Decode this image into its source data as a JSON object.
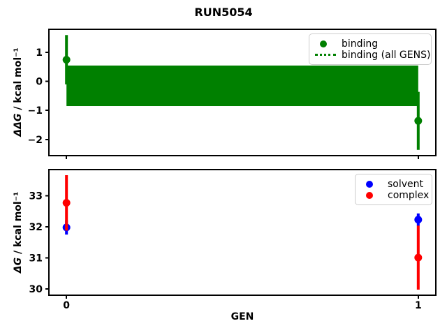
{
  "title": "RUN5054",
  "colors": {
    "binding": "#008000",
    "solvent": "#0000ff",
    "complex": "#ff0000",
    "axis": "#000000",
    "legend_border": "#cccccc",
    "background": "#ffffff"
  },
  "chart_data": [
    {
      "type": "scatter",
      "id": "ddg-binding",
      "ylabel": "ΔΔG / kcal mol⁻¹",
      "ylabel_math": "ΔΔG",
      "ylabel_rest": " / kcal mol⁻¹",
      "ylim": [
        -2.56,
        1.8
      ],
      "yticks": [
        1,
        0,
        -1,
        -2
      ],
      "xlim": [
        -0.05,
        1.05
      ],
      "xticks": [
        0,
        1
      ],
      "show_xtick_labels": false,
      "grid": false,
      "series": [
        {
          "name": "binding",
          "color": "#008000",
          "marker": "circle",
          "x": [
            0,
            1
          ],
          "y": [
            0.75,
            -1.36
          ],
          "yerr": [
            0.85,
            1.0
          ]
        }
      ],
      "band": {
        "name": "binding (all GENS)",
        "color": "#008000",
        "x": [
          0,
          1
        ],
        "center": -0.15,
        "half_width": 0.7,
        "lo": -0.85,
        "hi": 0.55,
        "line_style": "dotted"
      },
      "legend": {
        "position": "upper right",
        "entries": [
          {
            "label": "binding",
            "marker": "dot",
            "color": "#008000"
          },
          {
            "label": "binding (all GENS)",
            "marker": "dotted-line",
            "color": "#008000"
          }
        ]
      }
    },
    {
      "type": "scatter",
      "id": "dg-solvent-complex",
      "ylabel": "ΔG / kcal mol⁻¹",
      "ylabel_math": "ΔG",
      "ylabel_rest": " / kcal mol⁻¹",
      "xlabel": "GEN",
      "ylim": [
        29.8,
        33.84
      ],
      "yticks": [
        33,
        32,
        31,
        30
      ],
      "xlim": [
        -0.05,
        1.05
      ],
      "xticks": [
        0,
        1
      ],
      "xtick_labels": [
        "0",
        "1"
      ],
      "show_xtick_labels": true,
      "grid": false,
      "series": [
        {
          "name": "solvent",
          "color": "#0000ff",
          "marker": "circle",
          "x": [
            0,
            1
          ],
          "y": [
            31.98,
            32.23
          ],
          "yerr": [
            0.23,
            0.2
          ]
        },
        {
          "name": "complex",
          "color": "#ff0000",
          "marker": "circle",
          "x": [
            0,
            1
          ],
          "y": [
            32.77,
            31.01
          ],
          "yerr": [
            0.89,
            1.03
          ]
        }
      ],
      "legend": {
        "position": "upper right",
        "entries": [
          {
            "label": "solvent",
            "marker": "dot",
            "color": "#0000ff"
          },
          {
            "label": "complex",
            "marker": "dot",
            "color": "#ff0000"
          }
        ]
      }
    }
  ]
}
